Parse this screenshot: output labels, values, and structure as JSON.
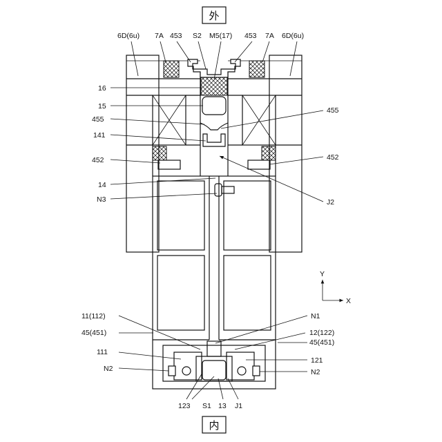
{
  "direction": {
    "outside": "外",
    "inside": "内"
  },
  "labels": {
    "l_6d_left": "6D(6u)",
    "l_7a_left": "7A",
    "l_453_left": "453",
    "l_s2": "S2",
    "l_m5": "M5(17)",
    "l_453_right": "453",
    "l_7a_right": "7A",
    "l_6d_right": "6D(6u)",
    "l_16": "16",
    "l_15": "15",
    "l_455_left": "455",
    "l_455_right": "455",
    "l_141": "141",
    "l_452_left": "452",
    "l_452_right": "452",
    "l_14": "14",
    "l_n3": "N3",
    "l_j2": "J2",
    "l_11": "11(112)",
    "l_45_left": "45(451)",
    "l_n1": "N1",
    "l_12": "12(122)",
    "l_45_right": "45(451)",
    "l_111": "111",
    "l_121": "121",
    "l_n2_left": "N2",
    "l_n2_right": "N2",
    "l_123": "123",
    "l_s1": "S1",
    "l_13": "13",
    "l_j1": "J1"
  },
  "axes": {
    "y": "Y",
    "x": "X"
  }
}
